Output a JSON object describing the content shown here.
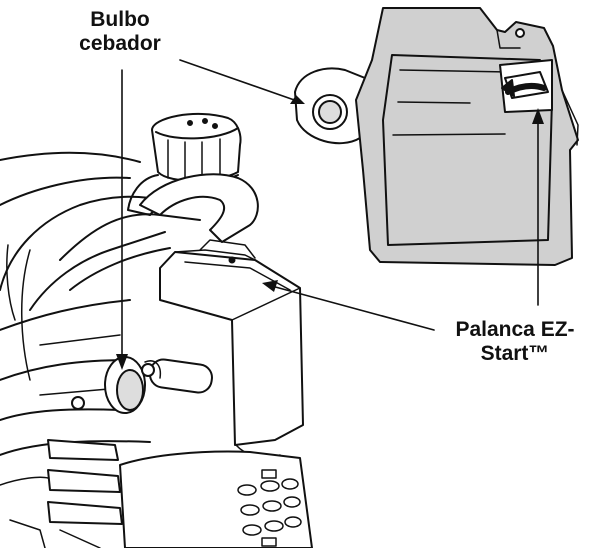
{
  "labels": {
    "primer_line1": "Bulbo",
    "primer_line2": "cebador",
    "ezstart_line1": "Palanca EZ-",
    "ezstart_line2": "Start™"
  },
  "colors": {
    "ink": "#111111",
    "shade": "#cfcfcf",
    "paper": "#ffffff"
  }
}
